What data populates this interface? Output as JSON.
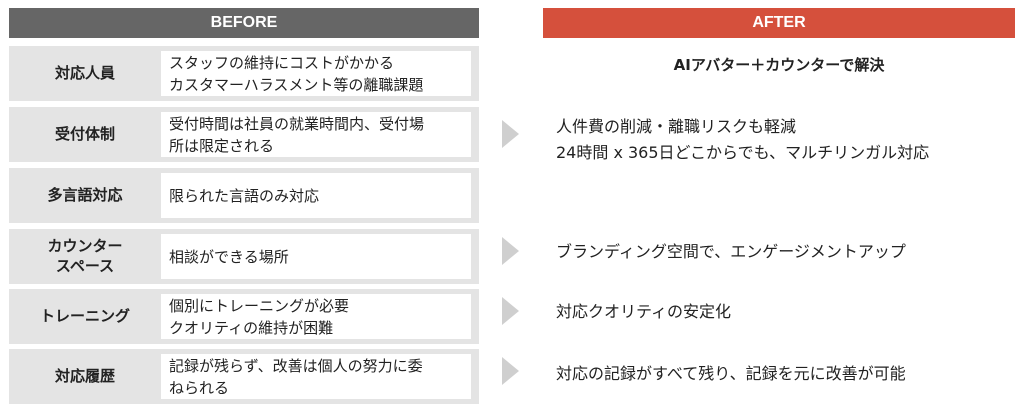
{
  "headers": {
    "before": "BEFORE",
    "after": "AFTER"
  },
  "after_title": "AIアバター＋カウンターで解決",
  "rows": [
    {
      "label": "対応人員",
      "desc": "スタッフの維持にコストがかかる\nカスタマーハラスメント等の離職課題"
    },
    {
      "label": "受付体制",
      "desc": "受付時間は社員の就業時間内、受付場\n所は限定される"
    },
    {
      "label": "多言語対応",
      "desc": "限られた言語のみ対応"
    },
    {
      "label": "カウンター\nスペース",
      "desc": "相談ができる場所"
    },
    {
      "label": "トレーニング",
      "desc": "個別にトレーニングが必要\nクオリティの維持が困難"
    },
    {
      "label": "対応履歴",
      "desc": "記録が残らず、改善は個人の努力に委\nねられる"
    }
  ],
  "after_items": [
    "人件費の削減・離職リスクも軽減\n24時間 x 365日どこからでも、マルチリンガル対応",
    "ブランディング空間で、エンゲージメントアップ",
    "対応クオリティの安定化",
    "対応の記録がすべて残り、記録を元に改善が可能"
  ]
}
